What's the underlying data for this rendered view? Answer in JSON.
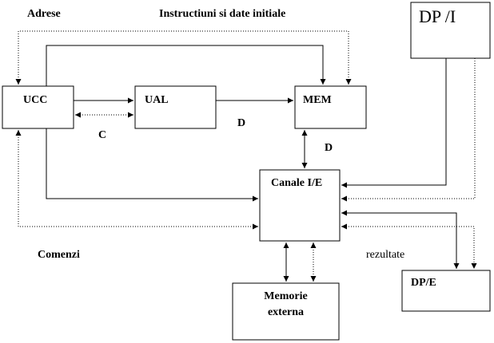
{
  "diagram": {
    "labels": {
      "adrese": "Adrese",
      "instructiuni": "Instructiuni si date initiale",
      "c": "C",
      "d_top": "D",
      "d_side": "D",
      "comenzi": "Comenzi",
      "rezultate": "rezultate"
    },
    "blocks": {
      "ucc": "UCC",
      "ual": "UAL",
      "mem": "MEM",
      "dpi": "DP /I",
      "canale": "Canale I/E",
      "dpe": "DP/E",
      "memorie_line1": "Memorie",
      "memorie_line2": "externa"
    }
  }
}
